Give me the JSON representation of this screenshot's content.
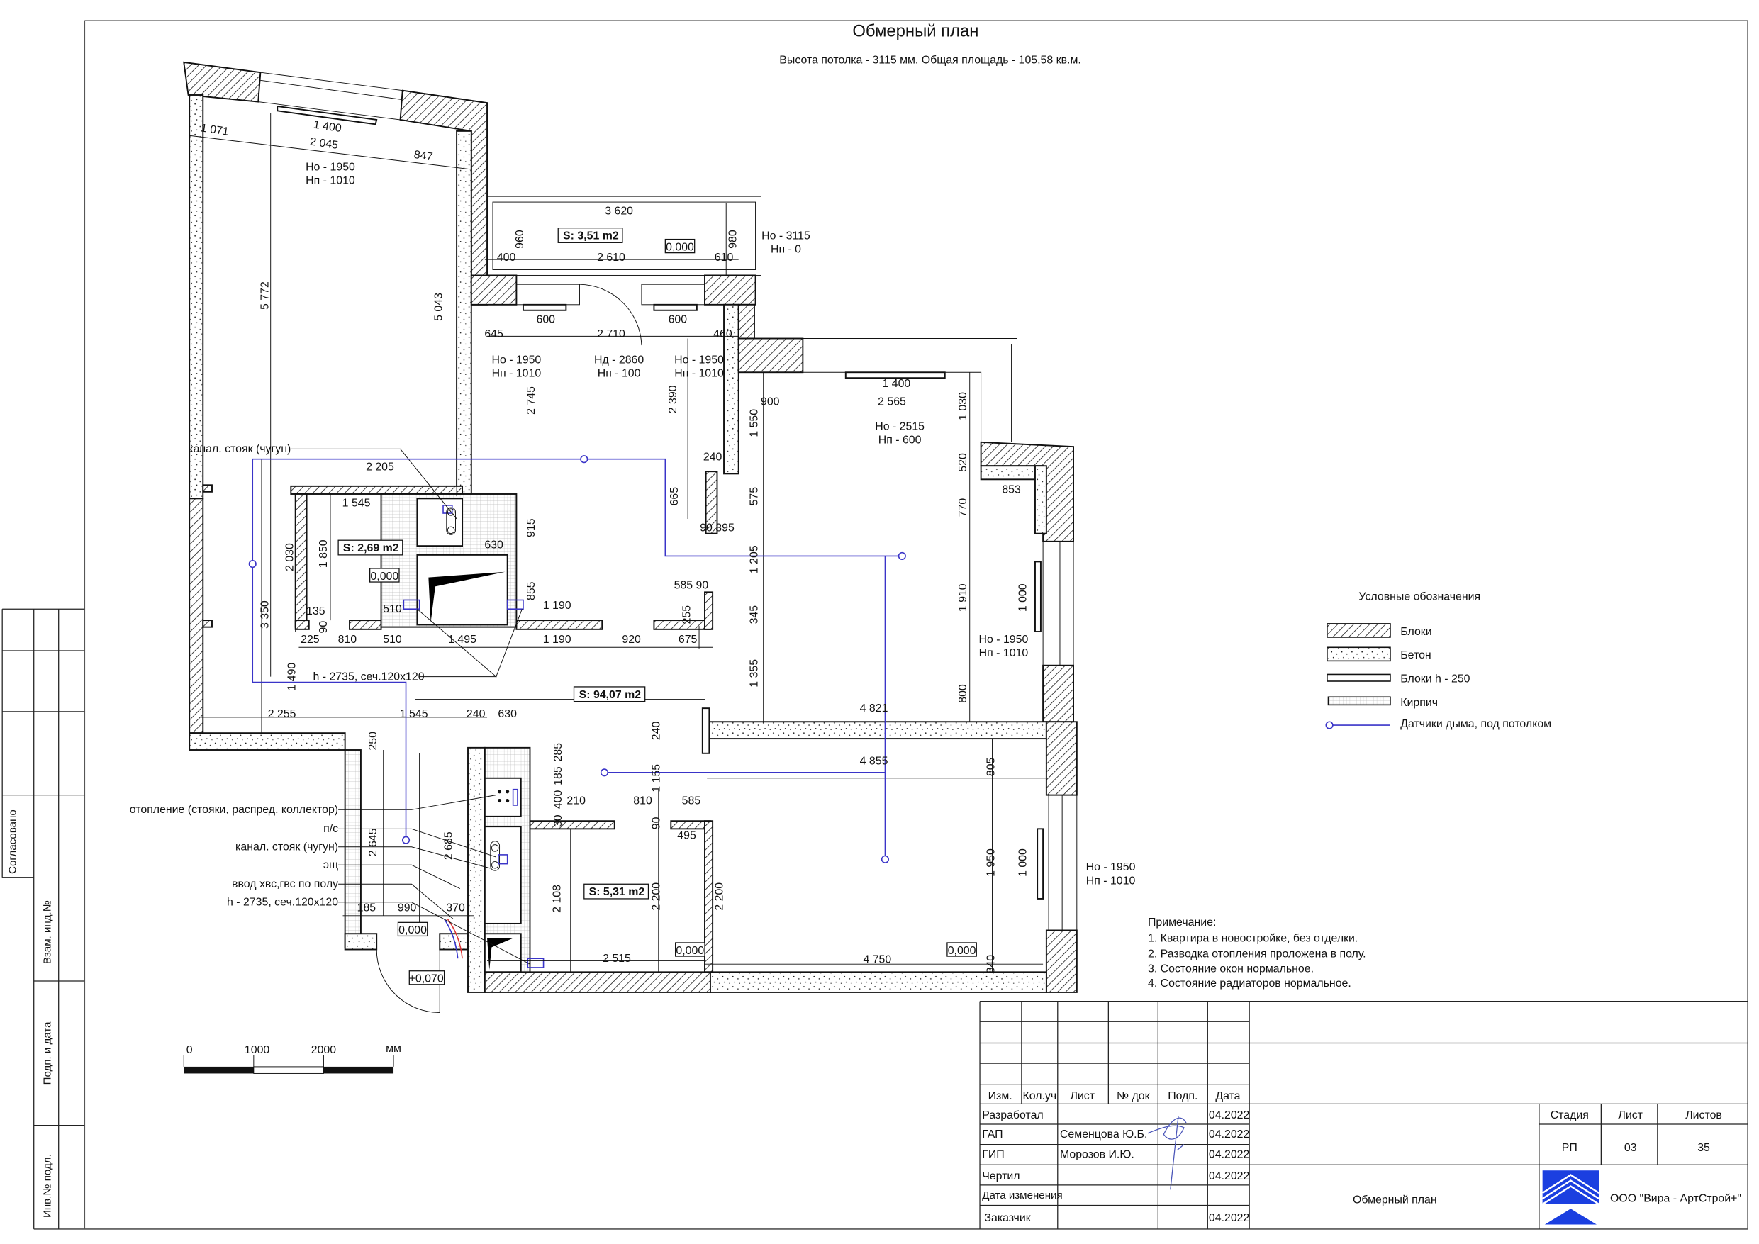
{
  "header": {
    "title": "Обмерный план",
    "subtitle": "Высота потолка - 3115 мм. Общая площадь - 105,58 кв.м."
  },
  "plan": {
    "openings": [
      {
        "ho": "Но - 1950",
        "hn": "Нп - 1010"
      },
      {
        "ho": "Но - 3115",
        "hn": "Нп - 0"
      },
      {
        "ho": "Но - 1950",
        "hn": "Нп - 1010"
      },
      {
        "ho": "Нд - 2860",
        "hn": "Нп - 100"
      },
      {
        "ho": "Но - 1950",
        "hn": "Нп - 1010"
      },
      {
        "ho": "Но - 2515",
        "hn": "Нп - 600"
      },
      {
        "ho": "Но - 1950",
        "hn": "Нп - 1010"
      },
      {
        "ho": "Но - 1950",
        "hn": "Нп - 1010"
      }
    ],
    "areas": [
      "S: 3,51 m2",
      "S: 2,69 m2",
      "S: 94,07 m2",
      "S: 5,31 m2"
    ],
    "levels": [
      "0,000",
      "0,000",
      "0,000",
      "0,000",
      "0,000",
      "+0,070"
    ],
    "callouts": {
      "top_riser": "канал. стояк (чугун)",
      "shaft_mid": "h - 2735, сеч.120х120",
      "left": [
        "отопление (стояки, распред. коллектор)",
        "п/с",
        "канал. стояк (чугун)",
        "эщ",
        "ввод хвс,гвс по полу",
        "h - 2735, сеч.120х120"
      ]
    },
    "dims": [
      "1 071",
      "1 400",
      "2 045",
      "847",
      "5 772",
      "5 043",
      "3 620",
      "960",
      "980",
      "400",
      "2 610",
      "610",
      "600",
      "600",
      "645",
      "2 710",
      "460",
      "2 745",
      "2 390",
      "1 400",
      "900",
      "2 565",
      "1 030",
      "1 550",
      "240",
      "520",
      "853",
      "665",
      "575",
      "770",
      "90 395",
      "2 205",
      "1 545",
      "915",
      "630",
      "2 030",
      "1 850",
      "1 205",
      "1 910",
      "1 000",
      "585  90",
      "855",
      "1 190",
      "510",
      "135",
      "255",
      "345",
      "90",
      "225",
      "810",
      "510",
      "1 495",
      "1 190",
      "920",
      "675",
      "3 350",
      "1 355",
      "1 490",
      "800",
      "4 821",
      "2 255",
      "1 545",
      "240",
      "630",
      "250",
      "240",
      "4 855",
      "1 155",
      "805",
      "285",
      "185",
      "400",
      "30",
      "210",
      "810",
      "585",
      "90",
      "495",
      "2 645",
      "2 685",
      "1 950",
      "1 000",
      "2 108",
      "2 200",
      "2 200",
      "185",
      "990",
      "370",
      "2 515",
      "4 750",
      "840"
    ]
  },
  "scale_bar": {
    "ticks": [
      "0",
      "1000",
      "2000"
    ],
    "unit": "мм"
  },
  "legend": {
    "title": "Условные обозначения",
    "items": [
      {
        "label": "Блоки"
      },
      {
        "label": "Бетон"
      },
      {
        "label": "Блоки h - 250"
      },
      {
        "label": "Кирпич"
      },
      {
        "label": "Датчики дыма, под потолком"
      }
    ],
    "smoke_color": "#3a34c8"
  },
  "notes": {
    "title": "Примечание:",
    "items": [
      "1. Квартира в новостройке, без отделки.",
      "2. Разводка отопления проложена в полу.",
      "3. Состояние окон нормальное.",
      "4. Состояние радиаторов нормальное."
    ]
  },
  "side_stamp": {
    "agreed": "Согласовано",
    "swap_inv": "Взам. инд.№",
    "sign_date": "Подп. и дата",
    "inv_orig": "Инв.№ подл."
  },
  "title_block": {
    "headers": [
      "Изм.",
      "Кол.уч",
      "Лист",
      "№ док",
      "Подп.",
      "Дата"
    ],
    "rows": [
      {
        "role": "Разработал",
        "name": "",
        "date": "04.2022"
      },
      {
        "role": "ГАП",
        "name": "Семенцова Ю.Б.",
        "date": "04.2022"
      },
      {
        "role": "ГИП",
        "name": "Морозов И.Ю.",
        "date": "04.2022"
      },
      {
        "role": "Чертил",
        "name": "",
        "date": "04.2022"
      },
      {
        "role": "Дата изменения",
        "name": "",
        "date": ""
      },
      {
        "role": "Заказчик",
        "name": "",
        "date": "04.2022"
      }
    ],
    "sheet_name": "Обмерный план",
    "stage_label": "Стадия",
    "sheet_label": "Лист",
    "sheets_label": "Листов",
    "stage": "РП",
    "sheet": "03",
    "sheets": "35",
    "company": "ООО \"Вира - АртСтрой+\"",
    "logo_color": "#1b3fe0"
  }
}
